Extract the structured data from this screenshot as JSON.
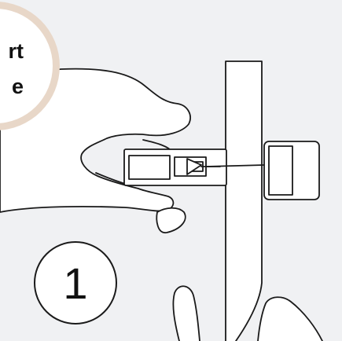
{
  "badge": {
    "line1": "rt",
    "line2": "e",
    "ring_color": "#e8d7c8",
    "fill_color": "#ffffff"
  },
  "step": {
    "number": "1"
  },
  "colors": {
    "background": "#f0f1f3",
    "stroke": "#1a1a1a",
    "fill": "#ffffff"
  }
}
